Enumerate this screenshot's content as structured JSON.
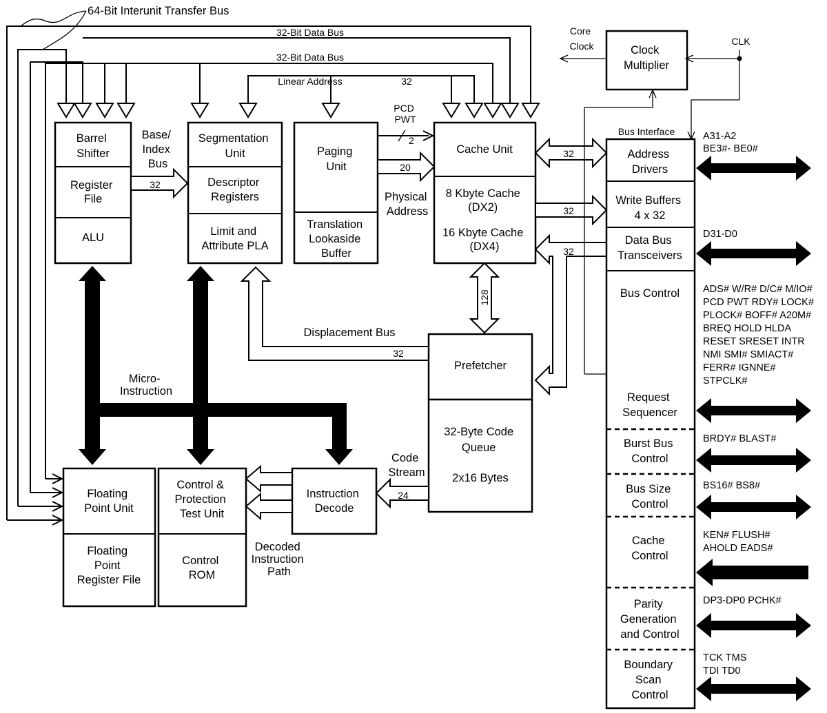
{
  "buses": {
    "interunit": "64-Bit Interunit Transfer Bus",
    "data_bus_1": "32-Bit Data Bus",
    "data_bus_2": "32-Bit Data Bus",
    "linear_address": "Linear Address",
    "linear_width": "32",
    "base_index": [
      "Base/",
      "Index",
      "Bus"
    ],
    "base_index_width": "32",
    "pcd_pwt": [
      "PCD",
      "PWT"
    ],
    "pcd_width": "2",
    "paging_width": "20",
    "physical_address": [
      "Physical",
      "Address"
    ],
    "cache_biu_1": "32",
    "cache_biu_2": "32",
    "cache_biu_3": "32",
    "cache_prefetch": "128",
    "displacement": "Displacement Bus",
    "displacement_width": "32",
    "micro_instruction": [
      "Micro-",
      "Instruction"
    ],
    "code_stream": [
      "Code",
      "Stream"
    ],
    "code_width": "24",
    "decoded_path": [
      "Decoded",
      "Instruction",
      "Path"
    ],
    "core_clock": [
      "Core",
      "Clock"
    ],
    "clk": "CLK",
    "bus_interface": "Bus Interface"
  },
  "blocks": {
    "barrel_shifter": [
      "Barrel",
      "Shifter"
    ],
    "register_file": [
      "Register",
      "File"
    ],
    "alu": [
      "ALU"
    ],
    "segmentation": [
      "Segmentation",
      "Unit"
    ],
    "descriptor": [
      "Descriptor",
      "Registers"
    ],
    "limit_pla": [
      "Limit and",
      "Attribute PLA"
    ],
    "paging": [
      "Paging",
      "Unit"
    ],
    "tlb": [
      "Translation",
      "Lookaside",
      "Buffer"
    ],
    "cache_unit": [
      "Cache Unit"
    ],
    "cache_size": [
      "8 Kbyte Cache",
      "(DX2)",
      "16 Kbyte Cache",
      "(DX4)"
    ],
    "clock_multiplier": [
      "Clock",
      "Multiplier"
    ],
    "prefetcher": [
      "Prefetcher"
    ],
    "code_queue": [
      "32-Byte Code",
      "Queue",
      "2x16 Bytes"
    ],
    "fpu": [
      "Floating",
      "Point Unit"
    ],
    "fp_regs": [
      "Floating",
      "Point",
      "Register File"
    ],
    "control_test": [
      "Control &",
      "Protection",
      "Test Unit"
    ],
    "control_rom": [
      "Control",
      "ROM"
    ],
    "instr_decode": [
      "Instruction",
      "Decode"
    ]
  },
  "biu_sections": {
    "address_drivers": [
      "Address",
      "Drivers"
    ],
    "write_buffers": [
      "Write Buffers",
      "4 x 32"
    ],
    "data_bus_transceivers": [
      "Data Bus",
      "Transceivers"
    ],
    "bus_control": [
      "Bus Control"
    ],
    "request_sequencer": [
      "Request",
      "Sequencer"
    ],
    "burst_bus": [
      "Burst Bus",
      "Control"
    ],
    "bus_size": [
      "Bus Size",
      "Control"
    ],
    "cache_control": [
      "Cache",
      "Control"
    ],
    "parity": [
      "Parity",
      "Generation",
      "and Control"
    ],
    "boundary_scan": [
      "Boundary",
      "Scan",
      "Control"
    ]
  },
  "signals": {
    "address": [
      "A31-A2",
      "BE3#- BE0#"
    ],
    "data": [
      "D31-D0"
    ],
    "bus_control": [
      "ADS# W/R# D/C# M/IO#",
      "PCD PWT RDY# LOCK#",
      "PLOCK# BOFF# A20M#",
      "BREQ HOLD HLDA",
      "RESET SRESET INTR",
      "NMI SMI# SMIACT#",
      "FERR# IGNNE#",
      "STPCLK#"
    ],
    "burst": [
      "BRDY# BLAST#"
    ],
    "bus_size": [
      "BS16# BS8#"
    ],
    "cache": [
      "KEN# FLUSH#",
      "AHOLD EADS#"
    ],
    "parity": [
      "DP3-DP0 PCHK#"
    ],
    "boundary": [
      "TCK TMS",
      "TDI TD0"
    ]
  }
}
